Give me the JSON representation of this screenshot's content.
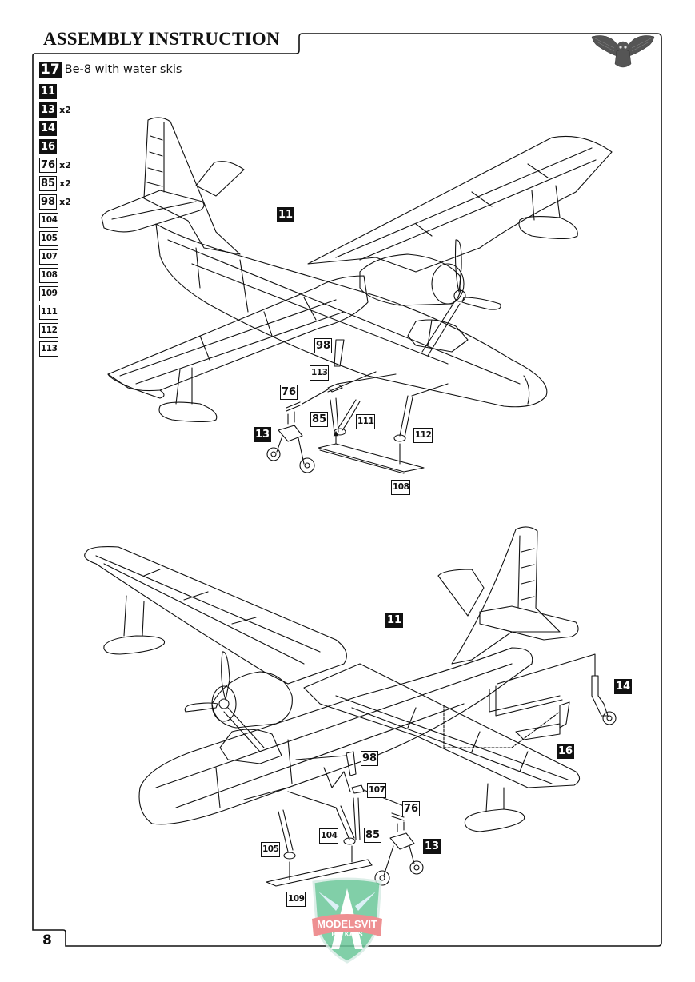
{
  "header": {
    "title": "ASSEMBLY INSTRUCTION",
    "emblem_icon": "owl-emblem-icon"
  },
  "step": {
    "number": "17",
    "description": "Be-8 with water skis"
  },
  "parts_list": [
    {
      "part": "11",
      "style": "black",
      "qty": ""
    },
    {
      "part": "13",
      "style": "black",
      "qty": "x2"
    },
    {
      "part": "14",
      "style": "black",
      "qty": ""
    },
    {
      "part": "16",
      "style": "black",
      "qty": ""
    },
    {
      "part": "76",
      "style": "white",
      "qty": "x2"
    },
    {
      "part": "85",
      "style": "white",
      "qty": "x2"
    },
    {
      "part": "98",
      "style": "white",
      "qty": "x2"
    },
    {
      "part": "104",
      "style": "white",
      "qty": ""
    },
    {
      "part": "105",
      "style": "white",
      "qty": ""
    },
    {
      "part": "107",
      "style": "white",
      "qty": ""
    },
    {
      "part": "108",
      "style": "white",
      "qty": ""
    },
    {
      "part": "109",
      "style": "white",
      "qty": ""
    },
    {
      "part": "111",
      "style": "white",
      "qty": ""
    },
    {
      "part": "112",
      "style": "white",
      "qty": ""
    },
    {
      "part": "113",
      "style": "white",
      "qty": ""
    }
  ],
  "diagram_top": {
    "callouts": [
      {
        "part": "11",
        "style": "black"
      },
      {
        "part": "98",
        "style": "white"
      },
      {
        "part": "113",
        "style": "white"
      },
      {
        "part": "76",
        "style": "white"
      },
      {
        "part": "85",
        "style": "white"
      },
      {
        "part": "111",
        "style": "white"
      },
      {
        "part": "13",
        "style": "black"
      },
      {
        "part": "112",
        "style": "white"
      },
      {
        "part": "108",
        "style": "white"
      }
    ]
  },
  "diagram_bottom": {
    "callouts": [
      {
        "part": "11",
        "style": "black"
      },
      {
        "part": "14",
        "style": "black"
      },
      {
        "part": "16",
        "style": "black"
      },
      {
        "part": "98",
        "style": "white"
      },
      {
        "part": "107",
        "style": "white"
      },
      {
        "part": "76",
        "style": "white"
      },
      {
        "part": "104",
        "style": "white"
      },
      {
        "part": "85",
        "style": "white"
      },
      {
        "part": "13",
        "style": "black"
      },
      {
        "part": "105",
        "style": "white"
      },
      {
        "part": "109",
        "style": "white"
      }
    ]
  },
  "footer": {
    "page_number": "8",
    "watermark_line1": "MODELSVIT",
    "watermark_line2": "BALKANS"
  },
  "colors": {
    "ink": "#111111",
    "watermark_green": "#5fbf8f",
    "watermark_red": "#e8777a",
    "watermark_light": "#cfe9f0"
  }
}
